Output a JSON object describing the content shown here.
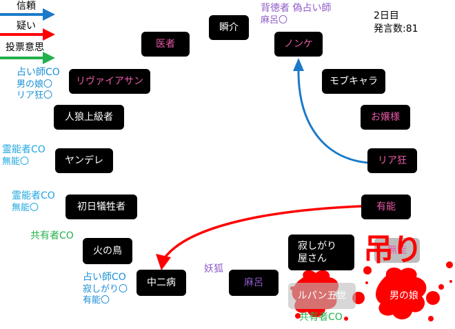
{
  "legend": [
    {
      "label": "信頼",
      "color": "#1a7ac8",
      "name": "trust"
    },
    {
      "label": "疑い",
      "color": "#ff0000",
      "name": "doubt"
    },
    {
      "label": "投票意思",
      "color": "#22b14c",
      "name": "vote-intent"
    }
  ],
  "info": {
    "day": "2日目",
    "post_count": "発言数:81"
  },
  "players": {
    "shunsuke": "瞬介",
    "isha": "医者",
    "nonke": "ノンケ",
    "leviathan": "リヴァイアサン",
    "mobchara": "モブキャラ",
    "jinro_joukyu": "人狼上級者",
    "ojousama": "お嬢様",
    "yandere": "ヤンデレ",
    "riakyou": "リア狂",
    "shonichi": "初日犠牲者",
    "yuunou": "有能",
    "hinotori": "火の鳥",
    "sabishigari": "寂しがり屋さん",
    "chuunibyou": "中二病",
    "maro": "麻呂",
    "lupin": "ルパン五世",
    "otokonoko": "男の娘",
    "munou": "無能"
  },
  "notes": {
    "nonke": [
      "背徳者 偽占い師",
      "麻呂〇"
    ],
    "leviathan": [
      "占い師CO",
      "男の娘〇",
      "リア狂〇"
    ],
    "yandere": [
      "霊能者CO",
      "無能〇"
    ],
    "shonichi": [
      "霊能者CO",
      "無能〇"
    ],
    "hinotori": [
      "共有者CO"
    ],
    "chuunibyou": [
      "占い師CO",
      "寂しがり〇",
      "有能〇"
    ],
    "maro": [
      "妖狐"
    ],
    "lupin": [
      "共有者CO"
    ]
  },
  "executed_label": "吊り",
  "arrows": [
    {
      "from": "リア狂",
      "to": "ノンケ",
      "type": "trust"
    },
    {
      "from": "有能",
      "to": "中二病",
      "type": "doubt"
    }
  ]
}
